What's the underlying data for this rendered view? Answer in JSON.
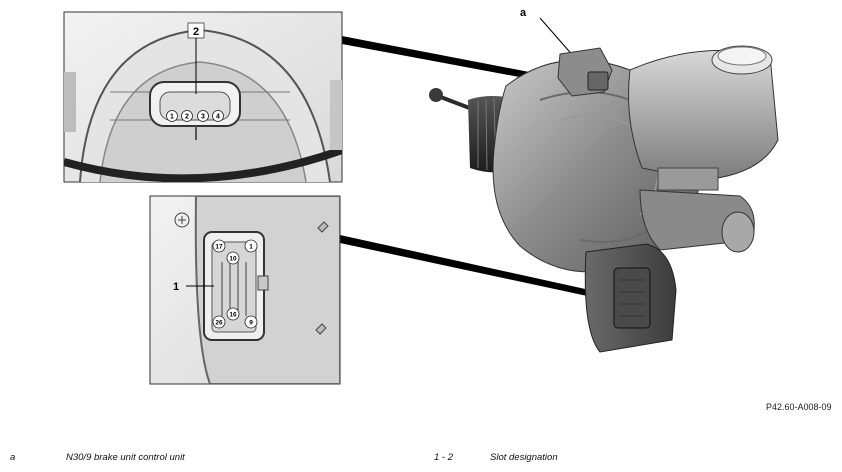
{
  "diagram": {
    "callouts": {
      "a": "a",
      "one": "1",
      "two": "2"
    },
    "top_inset": {
      "pin_numbers": [
        "1",
        "2",
        "3",
        "4"
      ]
    },
    "bottom_inset": {
      "pin_numbers": [
        "17",
        "1",
        "10",
        "26",
        "16",
        "9"
      ]
    },
    "reference_code": "P42.60-A008-09"
  },
  "legend": {
    "items": [
      {
        "key": "a",
        "text": "N30/9 brake unit control unit"
      },
      {
        "key": "1 - 2",
        "text": "Slot designation"
      }
    ]
  }
}
